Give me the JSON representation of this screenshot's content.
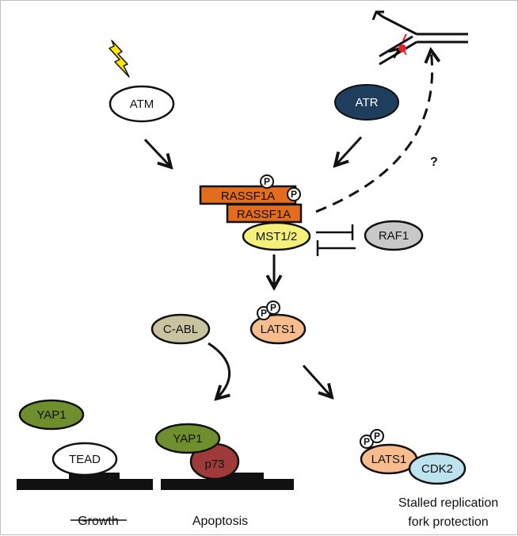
{
  "nodes": {
    "atm": "ATM",
    "atr": "ATR",
    "rassf1a_top": "RASSF1A",
    "rassf1a_bottom": "RASSF1A",
    "mst": "MST1/2",
    "raf1": "RAF1",
    "lats1_center": "LATS1",
    "cabl": "C-ABL",
    "yap1_left": "YAP1",
    "tead": "TEAD",
    "yap1_mid": "YAP1",
    "p73": "p73",
    "lats1_right": "LATS1",
    "cdk2": "CDK2"
  },
  "phospho_label": "P",
  "question_mark": "?",
  "outcomes": {
    "growth": "Growth",
    "apoptosis": "Apoptosis",
    "fork_line1": "Stalled replication",
    "fork_line2": "fork protection"
  },
  "colors": {
    "atm": "#ffffff",
    "atr": "#1f3d5c",
    "rassf1a": "#e36c1d",
    "mst": "#f5f07a",
    "raf1": "#c8c8c8",
    "lats1": "#f7bd8e",
    "cabl": "#c9c3a0",
    "yap1": "#6f8f2e",
    "tead": "#ffffff",
    "p73": "#9e3a3a",
    "cdk2": "#bde3ef",
    "lightning": "#ffe600"
  }
}
